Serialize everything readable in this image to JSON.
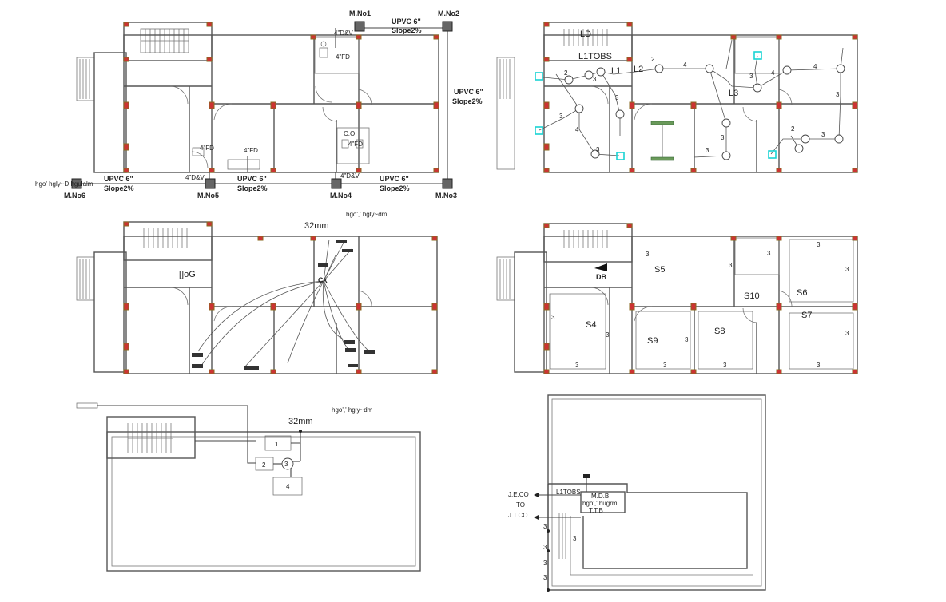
{
  "drainage_plan": {
    "manholes": [
      "M.No1",
      "M.No2",
      "M.No3",
      "M.No4",
      "M.No5",
      "M.No6"
    ],
    "pipe_labels": [
      "UPVC 6\"",
      "Slope2%",
      "UPVC 6\"",
      "Slope2%",
      "UPVC 6\"",
      "Slope2%",
      "UPVC 6\"",
      "Slope2%",
      "UPVC 6\"",
      "Slope2%"
    ],
    "fittings": [
      "4\"D&V",
      "4\"FD",
      "4\"FD",
      "4\"D&V",
      "4\"FD",
      "4\"D&V",
      "4\"FD",
      "C.O"
    ],
    "garbled_note": "hgo' hgly~D hgulalm"
  },
  "lighting_plan": {
    "labels": [
      "L1TOBS",
      "L1",
      "L2",
      "L3",
      "LD"
    ],
    "wire_counts": [
      "2",
      "3",
      "4",
      "2",
      "3",
      "4",
      "3",
      "4",
      "3",
      "3",
      "2",
      "3",
      "4",
      "3",
      "3",
      "3"
    ]
  },
  "water_supply_plan": {
    "pipe_size": "32mm",
    "garbled_title": "hgo',' hgly~dm",
    "room_tag": "[]oG",
    "node_tag": "Ck"
  },
  "switch_plan": {
    "labels": [
      "DB",
      "S4",
      "S5",
      "S6",
      "S7",
      "S8",
      "S9",
      "S10"
    ],
    "wire_counts": [
      "3",
      "3",
      "3",
      "3",
      "3",
      "3",
      "3",
      "3",
      "3",
      "3",
      "3",
      "3",
      "3"
    ]
  },
  "water_schematic": {
    "garbled_title": "hgo',' hgly~dm",
    "pipe_size": "32mm",
    "tanks": [
      "1",
      "2",
      "3",
      "4"
    ]
  },
  "site_service_plan": {
    "labels": [
      "L1TOBS",
      "M.D.B",
      "T.T.B"
    ],
    "garbled_note": "hgo',' hugrm",
    "external": [
      "J.E.CO",
      "TO",
      "J.T.CO"
    ],
    "wire_counts": [
      "3",
      "3",
      "3",
      "3",
      "3"
    ]
  }
}
